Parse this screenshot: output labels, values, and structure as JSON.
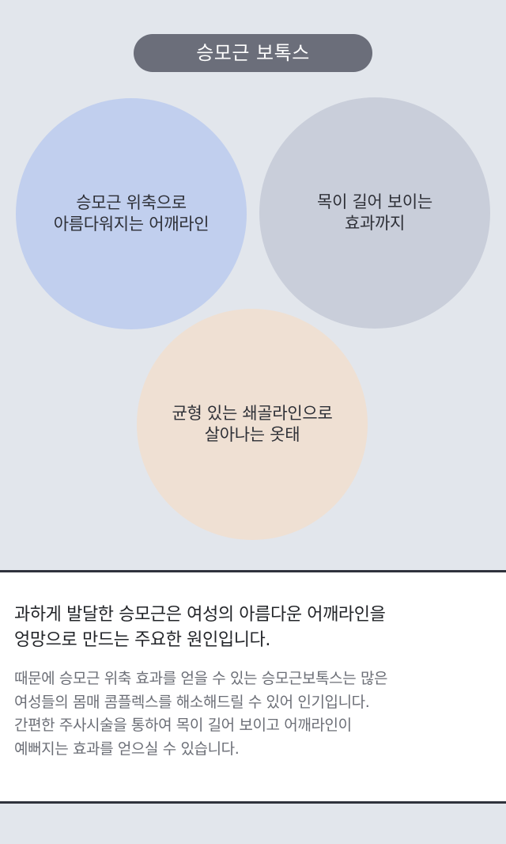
{
  "header": {
    "title": "승모근 보톡스"
  },
  "circles": [
    {
      "label": "승모근 위축으로\n아름다워지는 어깨라인",
      "color": "#c1cfee"
    },
    {
      "label": "목이 길어 보이는\n효과까지",
      "color": "#c9ceda"
    },
    {
      "label": "균형 있는 쇄골라인으로\n살아나는 옷태",
      "color": "#efe0d3"
    }
  ],
  "content": {
    "headline": "과하게 발달한 승모근은 여성의 아름다운 어깨라인을\n엉망으로 만드는 주요한 원인입니다.",
    "body": "때문에 승모근 위축 효과를 얻을 수 있는 승모근보톡스는 많은\n여성들의 몸매 콤플렉스를 해소해드릴 수 있어 인기입니다.\n간편한 주사시술을 통하여 목이 길어 보이고 어깨라인이\n예뻐지는 효과를 얻으실 수 있습니다."
  },
  "colors": {
    "background": "#e2e6ec",
    "pill": "#6b6e7a",
    "divider": "#2f323c"
  }
}
